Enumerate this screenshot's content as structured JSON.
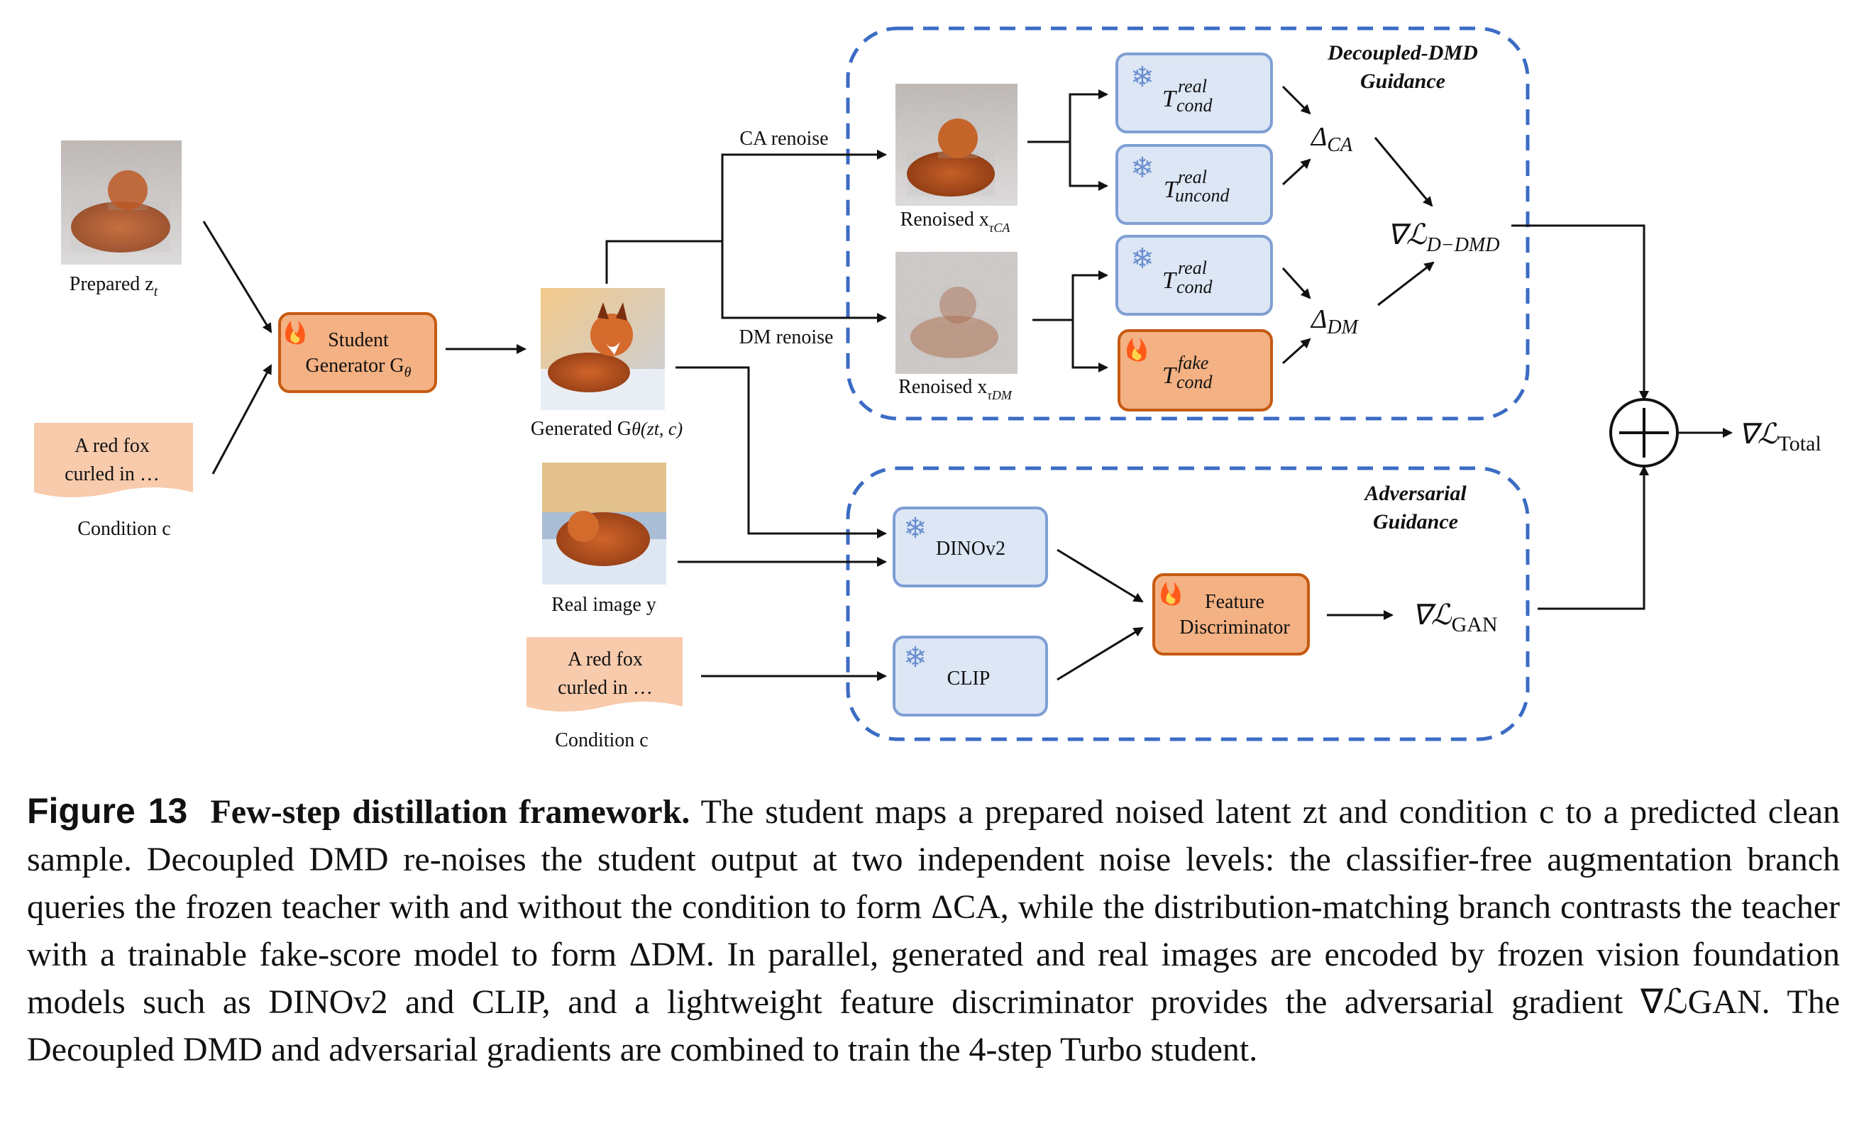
{
  "inputs": {
    "prepared_label": "Prepared z",
    "prepared_sub": "t",
    "condition_text_line1": "A red fox",
    "condition_text_line2": "curled in …",
    "condition_label": "Condition c"
  },
  "student": {
    "line1": "Student",
    "line2": "Generator G",
    "sub": "θ"
  },
  "generated_label": "Generated G",
  "generated_args": "θ(z",
  "generated_tail": "t, c)",
  "real_label": "Real image y",
  "branch_labels": {
    "ca": "CA renoise",
    "dm": "DM renoise"
  },
  "renoised": {
    "ca": "Renoised x",
    "ca_sub": "τCA",
    "dm": "Renoised x",
    "dm_sub": "τDM"
  },
  "teachers": {
    "t_sym": "T",
    "real": "real",
    "fake": "fake",
    "cond": "cond",
    "uncond": "uncond"
  },
  "deltas": {
    "sym": "Δ",
    "ca": "CA",
    "dm": "DM"
  },
  "groups": {
    "dmd_line1": "Decoupled-DMD",
    "dmd_line2": "Guidance",
    "adv_line1": "Adversarial",
    "adv_line2": "Guidance"
  },
  "encoders": {
    "dino": "DINOv2",
    "clip": "CLIP"
  },
  "discriminator": {
    "line1": "Feature",
    "line2": "Discriminator"
  },
  "losses": {
    "nabla": "∇",
    "script_l": "ℒ",
    "d_dmd": "D−DMD",
    "gan": "GAN",
    "total": "Total",
    "plus": "+"
  },
  "colors": {
    "blue_box": "#dce6f5",
    "blue_border": "#7f9fd4",
    "orange_box": "#f4b183",
    "orange_border": "#c55a11",
    "dashed": "#3b6cc4",
    "condition_paper": "#f8cbad"
  },
  "caption": {
    "fig_num": "Figure 13",
    "title": "Few-step distillation framework.",
    "body": " The student maps a prepared noised latent zt and condition c to a predicted clean sample. Decoupled DMD re-noises the student output at two independent noise levels: the classifier-free augmentation branch queries the frozen teacher with and without the condition to form ΔCA, while the distribution-matching branch contrasts the teacher with a trainable fake-score model to form ΔDM. In parallel, generated and real images are encoded by frozen vision foundation models such as DINOv2 and CLIP, and a lightweight feature discriminator provides the adversarial gradient ∇ℒGAN. The Decoupled DMD and adversarial gradients are combined to train the 4-step Turbo student."
  }
}
